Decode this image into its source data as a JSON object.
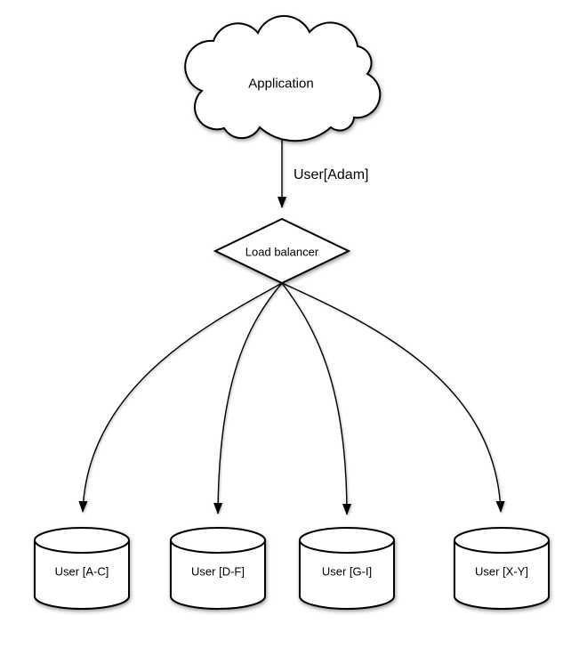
{
  "diagram": {
    "type": "flowchart",
    "background": "#ffffff",
    "colors": {
      "shape_fill": "#ffffff",
      "stroke": "#000000",
      "text": "#000000"
    },
    "nodes": {
      "application": {
        "shape": "cloud",
        "label": "Application"
      },
      "load_balancer": {
        "shape": "diamond",
        "label": "Load balancer"
      },
      "shards": [
        {
          "shape": "database-cylinder",
          "label": "User [A-C]"
        },
        {
          "shape": "database-cylinder",
          "label": "User [D-F]"
        },
        {
          "shape": "database-cylinder",
          "label": "User [G-I]"
        },
        {
          "shape": "database-cylinder",
          "label": "User [X-Y]"
        }
      ]
    },
    "edges": [
      {
        "from": "application",
        "to": "load_balancer",
        "style": "straight-arrow",
        "label": "User[Adam]"
      },
      {
        "from": "load_balancer",
        "to": "shards.0",
        "style": "curved-arrow",
        "label": ""
      },
      {
        "from": "load_balancer",
        "to": "shards.1",
        "style": "curved-arrow",
        "label": ""
      },
      {
        "from": "load_balancer",
        "to": "shards.2",
        "style": "curved-arrow",
        "label": ""
      },
      {
        "from": "load_balancer",
        "to": "shards.3",
        "style": "curved-arrow",
        "label": ""
      }
    ]
  }
}
